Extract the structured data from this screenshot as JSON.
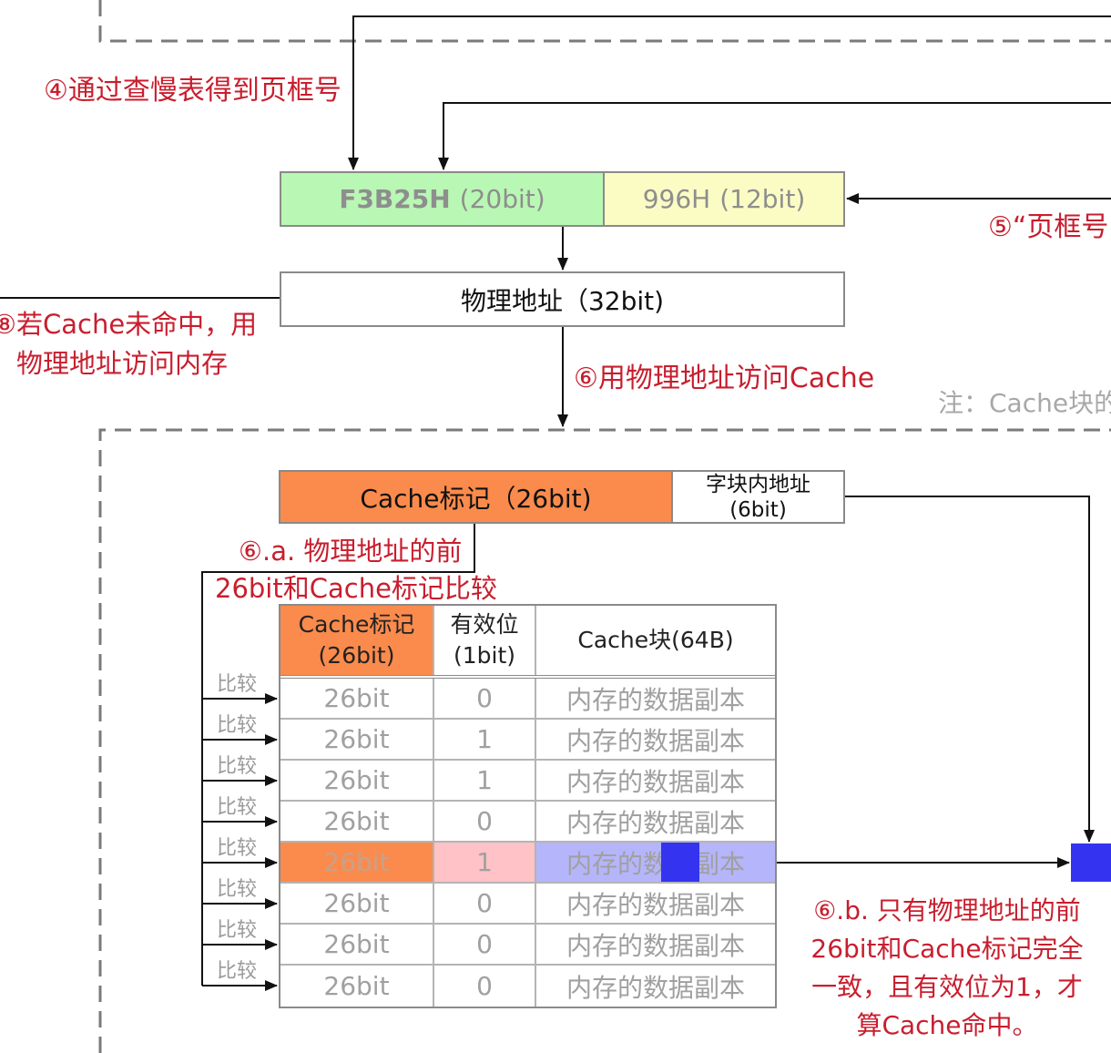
{
  "annotations": {
    "step4": "④通过查慢表得到页框号",
    "step5": "⑤“页框号",
    "step8": [
      "⑧若Cache未命中，用",
      "物理地址访问内存"
    ],
    "step6": "⑥用物理地址访问Cache",
    "note": "注：Cache块的",
    "step6a": [
      "⑥.a. 物理地址的前",
      "26bit和Cache标记比较"
    ],
    "step6b": [
      "⑥.b. 只有物理地址的前",
      "26bit和Cache标记完全",
      "一致，且有效位为1，才",
      "算Cache命中。"
    ],
    "compare": "比较"
  },
  "page_frame_field": {
    "value": "F3B25H",
    "bits": "(20bit)"
  },
  "page_offset_field": {
    "value": "996H",
    "bits": "(12bit)"
  },
  "physical_address": "物理地址（32bit)",
  "address_split": {
    "tag": "Cache标记（26bit)",
    "block_offset": [
      "字块内地址",
      "(6bit)"
    ]
  },
  "cache_table": {
    "headers": {
      "tag": [
        "Cache标记",
        "(26bit)"
      ],
      "valid": [
        "有效位",
        "(1bit)"
      ],
      "block": "Cache块(64B)"
    },
    "rows": [
      {
        "tag": "26bit",
        "valid": "0",
        "block": "内存的数据副本"
      },
      {
        "tag": "26bit",
        "valid": "1",
        "block": "内存的数据副本"
      },
      {
        "tag": "26bit",
        "valid": "1",
        "block": "内存的数据副本"
      },
      {
        "tag": "26bit",
        "valid": "0",
        "block": "内存的数据副本"
      },
      {
        "tag": "26bit",
        "valid": "1",
        "block": "内存的数据副本"
      },
      {
        "tag": "26bit",
        "valid": "0",
        "block": "内存的数据副本"
      },
      {
        "tag": "26bit",
        "valid": "0",
        "block": "内存的数据副本"
      },
      {
        "tag": "26bit",
        "valid": "0",
        "block": "内存的数据副本"
      }
    ],
    "hit_row": 4
  },
  "colors": {
    "annotation_red": "#c81e2e",
    "frame_green": "#b9f7b4",
    "offset_yellow": "#fbfcc4",
    "tag_orange": "#fa8b4c",
    "valid_pink": "#ffc2c6",
    "block_lavender": "#b5b5fb",
    "copied_blue": "#3434f0"
  }
}
